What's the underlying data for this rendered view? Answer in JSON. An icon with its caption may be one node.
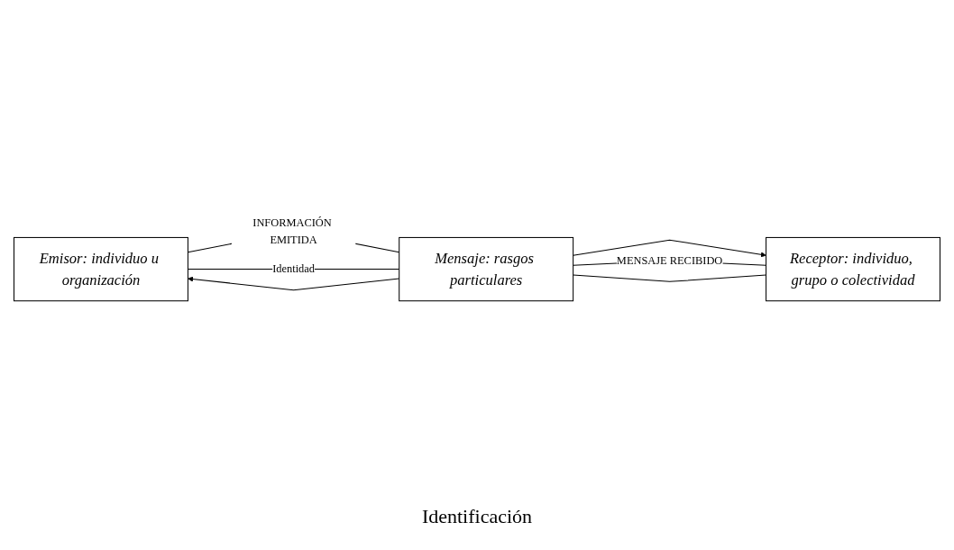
{
  "diagram": {
    "nodes": [
      {
        "text": [
          "Emisor: individuo u organización"
        ]
      },
      {
        "text": [
          "Mensaje: rasgos particulares"
        ]
      },
      {
        "text": [
          "Receptor: individuo, grupo o colectividad"
        ]
      }
    ],
    "edges": [
      {
        "from": 0,
        "to": 1,
        "arrow": "none",
        "label": "INFORMACIÓN EMITIDA"
      },
      {
        "from": 1,
        "to": 0,
        "arrow": "none",
        "label": "Identidad"
      },
      {
        "from": 1,
        "to": 0,
        "arrow": "to"
      },
      {
        "from": 1,
        "to": 2,
        "arrow": "to"
      },
      {
        "from": 2,
        "to": 1,
        "arrow": "none"
      },
      {
        "from": 1,
        "to": 2,
        "arrow": "none",
        "label": "MENSAJE RECIBIDO"
      }
    ],
    "labels": [
      "Identificación"
    ]
  }
}
